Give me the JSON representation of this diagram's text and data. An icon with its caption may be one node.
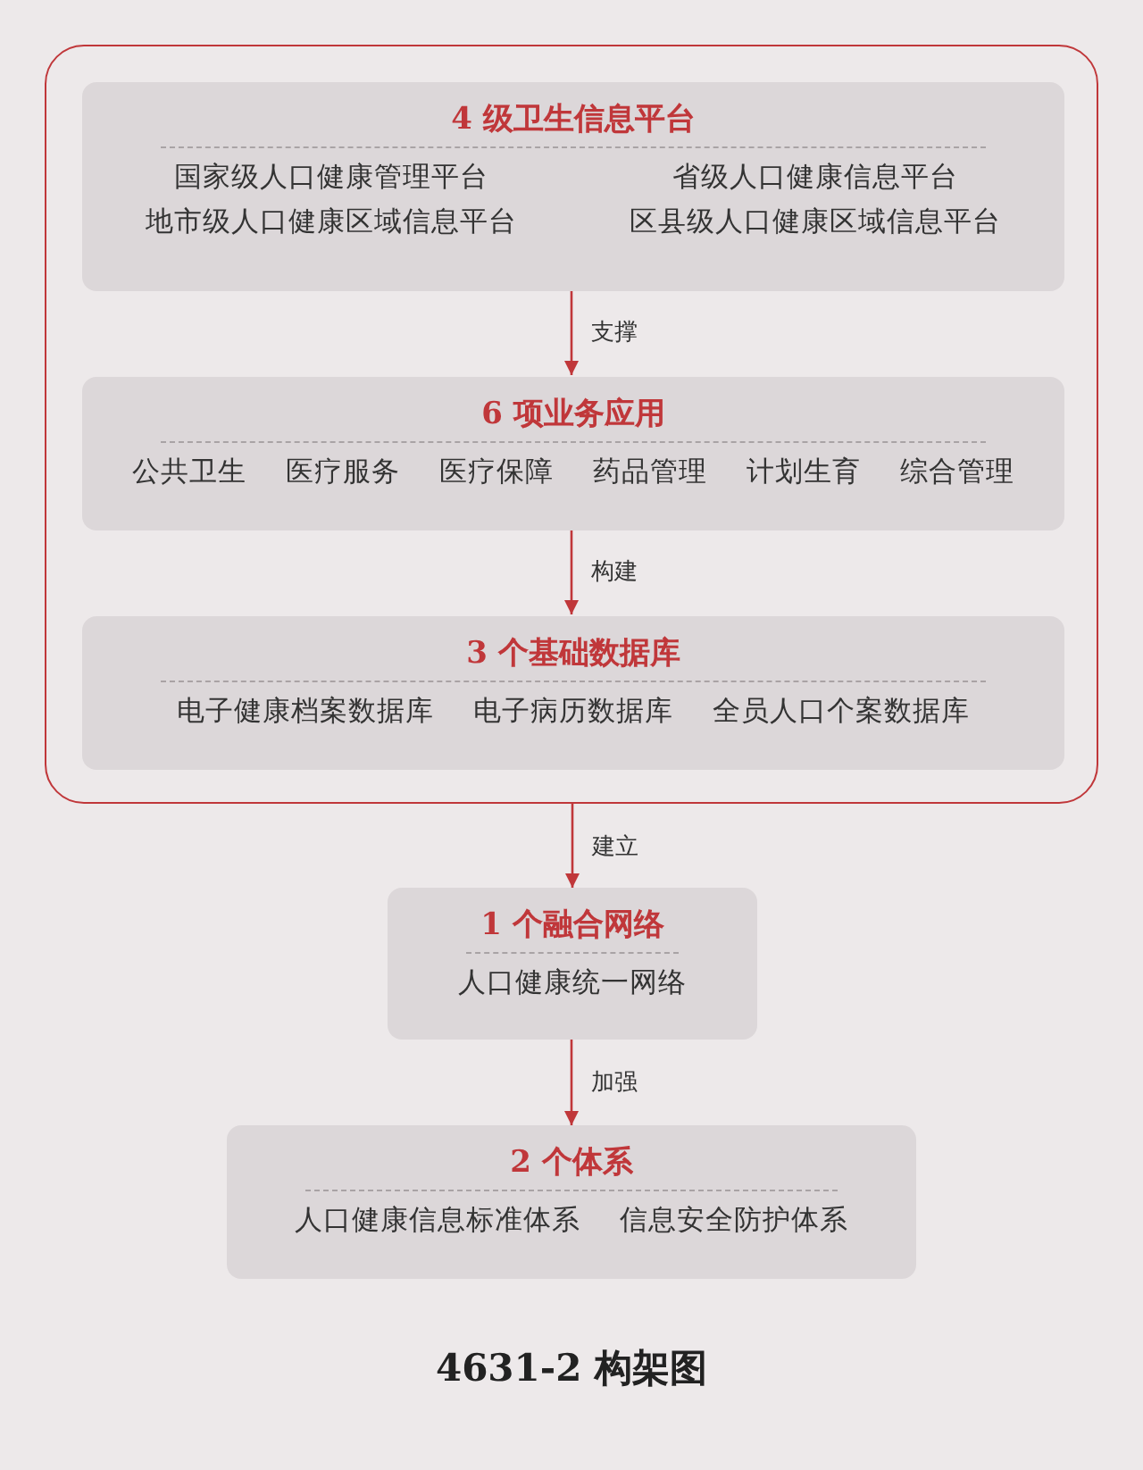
{
  "diagram": {
    "caption": "4631-2 构架图",
    "nodes": [
      {
        "text": [],
        "shape": "box"
      },
      {
        "text": [
          "4 级卫生信息平台",
          "国家级人口健康管理平台",
          "省级人口健康信息平台",
          "地市级人口健康区域信息平台",
          "区县级人口健康区域信息平台"
        ],
        "in": 0
      },
      {
        "text": [
          "6 项业务应用",
          "公共卫生",
          "医疗服务",
          "医疗保障",
          "药品管理",
          "计划生育",
          "综合管理"
        ],
        "in": 0
      },
      {
        "text": [
          "3 个基础数据库",
          "电子健康档案数据库",
          "电子病历数据库",
          "全员人口个案数据库"
        ],
        "in": 0
      },
      {
        "text": [
          "1 个融合网络",
          "人口健康统一网络"
        ]
      },
      {
        "text": [
          "2 个体系",
          "人口健康信息标准体系",
          "信息安全防护体系"
        ]
      }
    ],
    "edges": [
      {
        "from": 1,
        "to": 2,
        "arrow": "to",
        "label": "支撑"
      },
      {
        "from": 2,
        "to": 3,
        "arrow": "to",
        "label": "构建"
      },
      {
        "from": 0,
        "to": 4,
        "arrow": "to",
        "label": "建立"
      },
      {
        "from": 4,
        "to": 5,
        "arrow": "to",
        "label": "加强"
      }
    ]
  }
}
